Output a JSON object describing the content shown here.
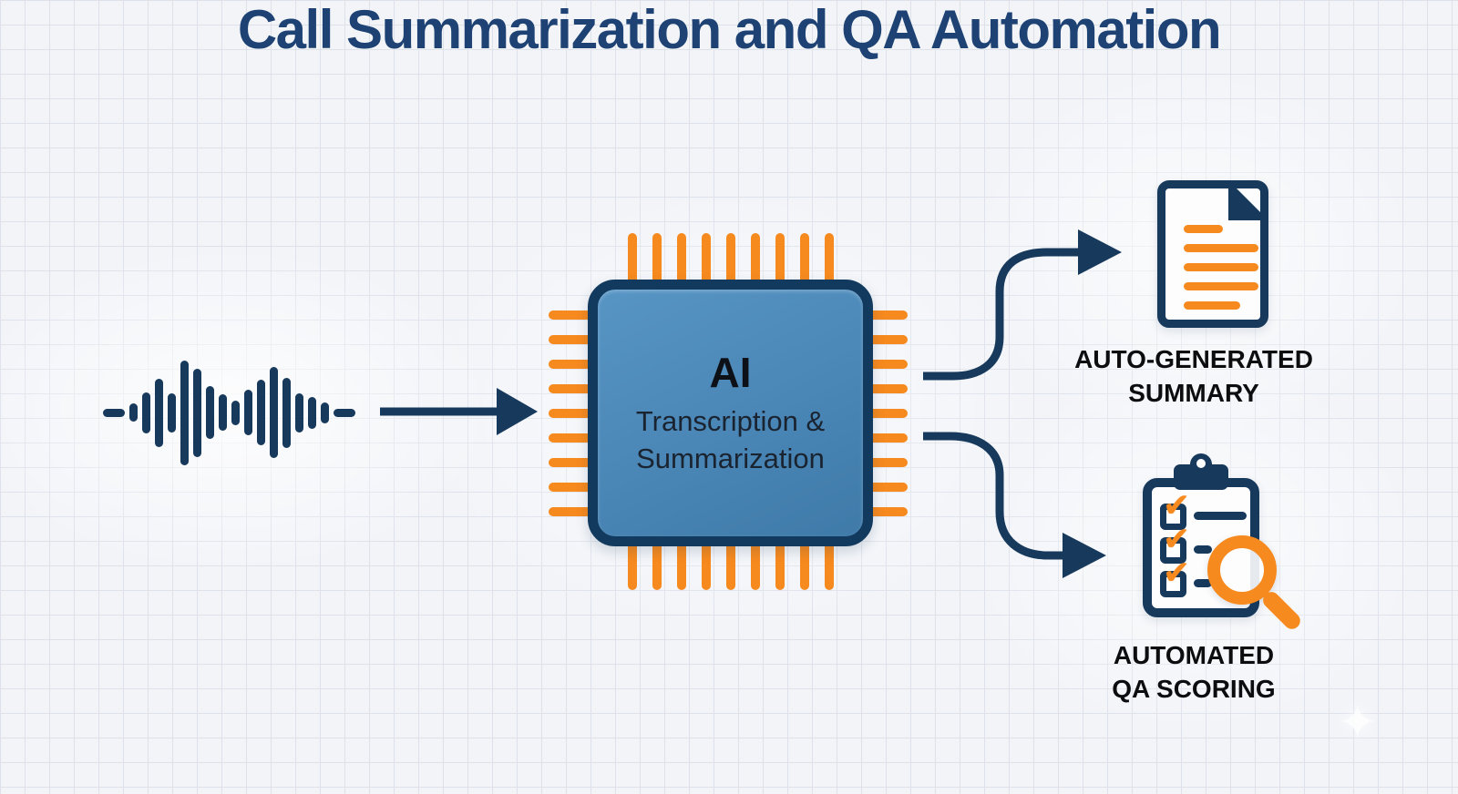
{
  "title": "Call Summarization and QA Automation",
  "colors": {
    "navy": "#17395c",
    "orange": "#f78a1e",
    "title": "#1d4273",
    "label": "#0d0d10",
    "chipfill1": "#5795c5",
    "chipfill2": "#3f7aa9",
    "chipborder": "#123a5e",
    "bg": "#f2f4f8",
    "grid": "#dde1ea"
  },
  "waveform": {
    "icon": "audio-waveform-icon",
    "heights": [
      20,
      45,
      75,
      43,
      115,
      97,
      58,
      40,
      27,
      50,
      72,
      100,
      77,
      43,
      35,
      23
    ]
  },
  "chip": {
    "icon": "ai-chip-icon",
    "pins_per_side": 9,
    "label_top": "AI",
    "label_line1": "Transcription &",
    "label_line2": "Summarization"
  },
  "outputs": [
    {
      "id": "summary",
      "icon": "document-icon",
      "label_line1": "AUTO-GENERATED",
      "label_line2": "SUMMARY"
    },
    {
      "id": "qa",
      "icon": "clipboard-magnifier-icon",
      "label_line1": "AUTOMATED",
      "label_line2": "QA SCORING"
    }
  ],
  "summary_icon": {
    "line_widths": [
      43,
      82,
      82,
      82,
      62
    ]
  },
  "qa_icon": {
    "check_glyph": "✔",
    "row_dash_widths": [
      58,
      20,
      20
    ]
  },
  "sparkle_glyph": "✦"
}
